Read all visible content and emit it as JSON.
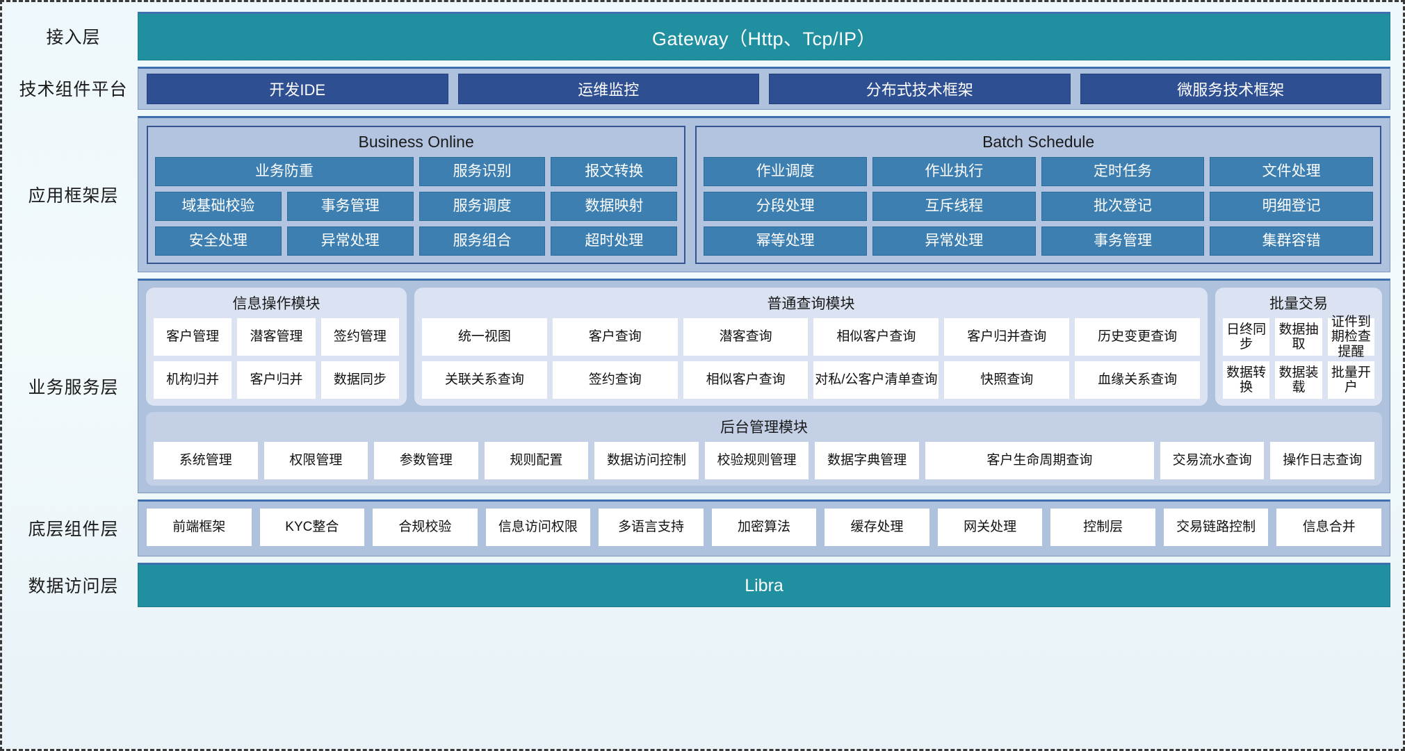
{
  "layers": [
    {
      "label": "接入层"
    },
    {
      "label": "技术组件平台"
    },
    {
      "label": "应用框架层"
    },
    {
      "label": "业务服务层"
    },
    {
      "label": "底层组件层"
    },
    {
      "label": "数据访问层"
    }
  ],
  "access_layer": {
    "label": "接入层",
    "gateway": "Gateway（Http、Tcp/IP）"
  },
  "tech_platform": {
    "label": "技术组件平台",
    "chips": [
      "开发IDE",
      "运维监控",
      "分布式技术框架",
      "微服务技术框架"
    ]
  },
  "app_framework": {
    "label": "应用框架层",
    "groups": [
      {
        "title": "Business Online",
        "cells": [
          {
            "text": "业务防重",
            "span": 2
          },
          {
            "text": "服务识别",
            "span": 1
          },
          {
            "text": "报文转换",
            "span": 1
          },
          {
            "text": "域基础校验",
            "span": 1
          },
          {
            "text": "事务管理",
            "span": 1
          },
          {
            "text": "服务调度",
            "span": 1
          },
          {
            "text": "数据映射",
            "span": 1
          },
          {
            "text": "安全处理",
            "span": 1
          },
          {
            "text": "异常处理",
            "span": 1
          },
          {
            "text": "服务组合",
            "span": 1
          },
          {
            "text": "超时处理",
            "span": 1
          }
        ]
      },
      {
        "title": "Batch Schedule",
        "cells": [
          {
            "text": "作业调度",
            "span": 1
          },
          {
            "text": "作业执行",
            "span": 1
          },
          {
            "text": "定时任务",
            "span": 1
          },
          {
            "text": "文件处理",
            "span": 1
          },
          {
            "text": "分段处理",
            "span": 1
          },
          {
            "text": "互斥线程",
            "span": 1
          },
          {
            "text": "批次登记",
            "span": 1
          },
          {
            "text": "明细登记",
            "span": 1
          },
          {
            "text": "幂等处理",
            "span": 1
          },
          {
            "text": "异常处理",
            "span": 1
          },
          {
            "text": "事务管理",
            "span": 1
          },
          {
            "text": "集群容错",
            "span": 1
          }
        ]
      }
    ]
  },
  "business_service": {
    "label": "业务服务层",
    "modules": [
      {
        "key": "info",
        "title": "信息操作模块",
        "items": [
          "客户管理",
          "潜客管理",
          "签约管理",
          "机构归并",
          "客户归并",
          "数据同步"
        ]
      },
      {
        "key": "query",
        "title": "普通查询模块",
        "items": [
          "统一视图",
          "客户查询",
          "潜客查询",
          "相似客户查询",
          "客户归并查询",
          "历史变更查询",
          "关联关系查询",
          "签约查询",
          "相似客户查询",
          "对私/公客户清单查询",
          "快照查询",
          "血缘关系查询"
        ]
      },
      {
        "key": "batchtx",
        "title": "批量交易",
        "items": [
          "日终同步",
          "数据抽取",
          "证件到期检查提醒",
          "数据转换",
          "数据装载",
          "批量开户"
        ]
      }
    ],
    "admin": {
      "title": "后台管理模块",
      "items": [
        "系统管理",
        "权限管理",
        "参数管理",
        "规则配置",
        "数据访问控制",
        "校验规则管理",
        "数据字典管理",
        "客户生命周期查询",
        "交易流水查询",
        "操作日志查询"
      ]
    }
  },
  "bottom_layer": {
    "label": "底层组件层",
    "items": [
      "前端框架",
      "KYC整合",
      "合规校验",
      "信息访问权限",
      "多语言支持",
      "加密算法",
      "缓存处理",
      "网关处理",
      "控制层",
      "交易链路控制",
      "信息合并"
    ]
  },
  "data_access": {
    "label": "数据访问层",
    "title": "Libra"
  },
  "colors": {
    "teal": "#2090a0",
    "band": "#aec1dd",
    "chip_blue": "#2e4f91",
    "cell_blue": "#3d7fb0",
    "card_bg": "#dbe3f2",
    "admin_bg": "#c3d0e6",
    "border_blue": "#36548f"
  }
}
